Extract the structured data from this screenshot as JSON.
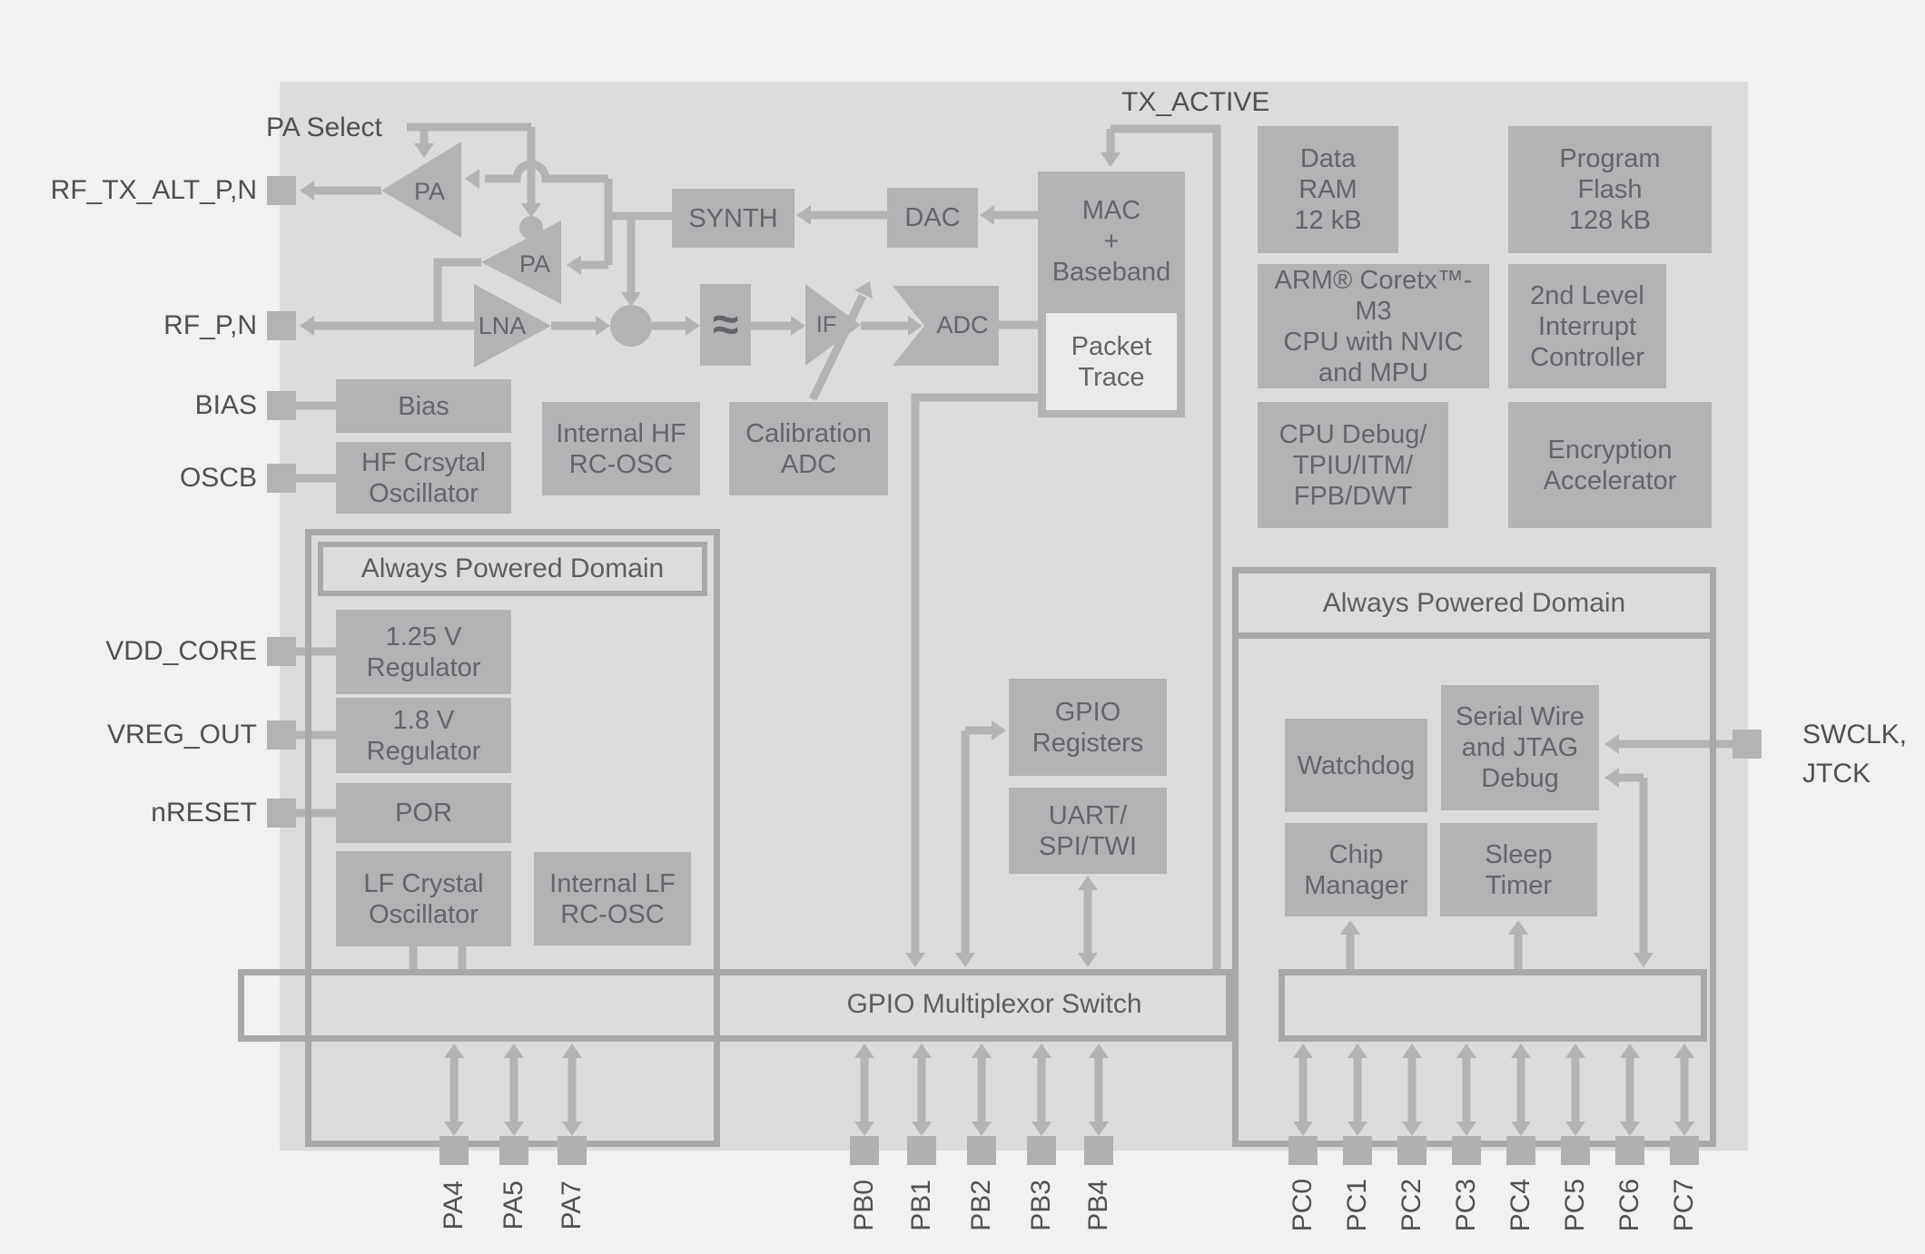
{
  "rf": {
    "pa_select": "PA Select",
    "tx_active": "TX_ACTIVE",
    "pa1": "PA",
    "pa2": "PA",
    "lna": "LNA",
    "synth": "SYNTH",
    "dac": "DAC",
    "filter_glyph": "≈",
    "if_amp": "IF",
    "adc": "ADC",
    "mac": [
      "MAC",
      "+",
      "Baseband"
    ],
    "packet_trace": [
      "Packet",
      "Trace"
    ]
  },
  "memory": {
    "data_ram": [
      "Data",
      "RAM",
      "12 kB"
    ],
    "program_flash": [
      "Program",
      "Flash",
      "128 kB"
    ]
  },
  "cpu": {
    "arm": [
      "ARM® Coretx™-M3",
      "CPU with NVIC",
      "and MPU"
    ],
    "interrupt": [
      "2nd Level",
      "Interrupt",
      "Controller"
    ],
    "debug": [
      "CPU Debug/",
      "TPIU/ITM/",
      "FPB/DWT"
    ],
    "encryption": [
      "Encryption",
      "Accelerator"
    ]
  },
  "analog": {
    "bias": "Bias",
    "hf_xtal": [
      "HF Crsytal",
      "Oscillator"
    ],
    "internal_hf": [
      "Internal HF",
      "RC-OSC"
    ],
    "cal_adc": [
      "Calibration",
      "ADC"
    ]
  },
  "left_domain": {
    "title": "Always Powered Domain",
    "reg125": [
      "1.25 V",
      "Regulator"
    ],
    "reg18": [
      "1.8 V",
      "Regulator"
    ],
    "por": "POR",
    "lf_xtal": [
      "LF Crystal",
      "Oscillator"
    ],
    "internal_lf": [
      "Internal LF",
      "RC-OSC"
    ]
  },
  "right_domain": {
    "title": "Always Powered Domain",
    "watchdog": "Watchdog",
    "swj": [
      "Serial Wire",
      "and JTAG",
      "Debug"
    ],
    "chip_manager": [
      "Chip",
      "Manager"
    ],
    "sleep_timer": [
      "Sleep",
      "Timer"
    ]
  },
  "peripherals": {
    "gpio_registers": [
      "GPIO",
      "Registers"
    ],
    "uart": [
      "UART/",
      "SPI/TWI"
    ]
  },
  "gpio_mux": {
    "label": "GPIO Multiplexor Switch"
  },
  "ports": {
    "left": [
      "RF_TX_ALT_P,N",
      "RF_P,N",
      "BIAS",
      "OSCB",
      "VDD_CORE",
      "VREG_OUT",
      "nRESET"
    ],
    "right": [
      "SWCLK,",
      "JTCK"
    ]
  },
  "pins": {
    "pa": {
      "labels": [
        "PA4",
        "PA5",
        "PA7"
      ],
      "x": [
        500,
        566,
        630
      ]
    },
    "pb": {
      "labels": [
        "PB0",
        "PB1",
        "PB2",
        "PB3",
        "PB4"
      ],
      "x": [
        952,
        1015,
        1081,
        1147,
        1210
      ]
    },
    "pc": {
      "labels": [
        "PC0",
        "PC1",
        "PC2",
        "PC3",
        "PC4",
        "PC5",
        "PC6",
        "PC7"
      ],
      "x": [
        1435,
        1495,
        1555,
        1615,
        1675,
        1735,
        1795,
        1855
      ]
    }
  },
  "colors": {
    "background": "#f1f1f1",
    "chip": "#dcdcdc",
    "block": "#b1b3b5",
    "line": "#b1b3b5",
    "border": "#a6a8aa",
    "block_text": "#636569",
    "port_text": "#4f5052",
    "packet_trace_fill": "#e9eaea"
  }
}
